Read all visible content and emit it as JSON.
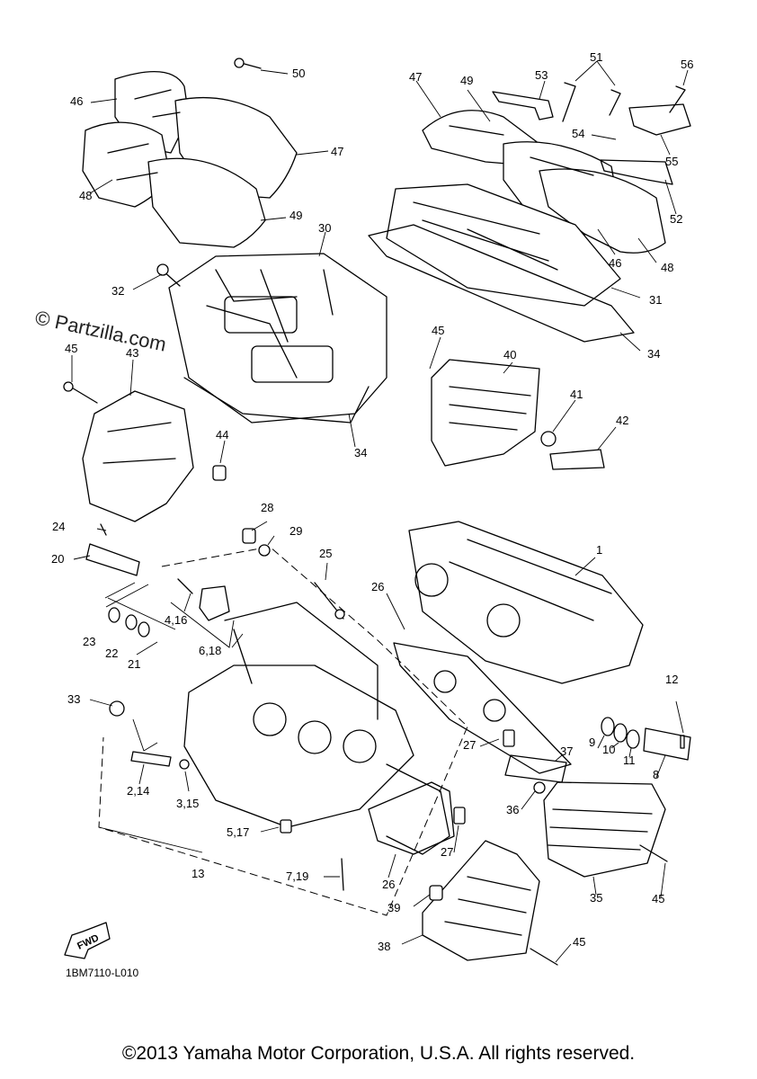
{
  "watermark": "© Partzilla.com",
  "diagram_code": "1BM7110-L010",
  "fwd_label": "FWD",
  "copyright": "©2013 Yamaha Motor Corporation, U.S.A. All rights reserved.",
  "callouts": {
    "c1": "1",
    "c2_14": "2,14",
    "c3_15": "3,15",
    "c4_16": "4,16",
    "c5_17": "5,17",
    "c6_18": "6,18",
    "c7_19": "7,19",
    "c8": "8",
    "c9": "9",
    "c10": "10",
    "c11": "11",
    "c12": "12",
    "c13": "13",
    "c20": "20",
    "c21": "21",
    "c22": "22",
    "c23": "23",
    "c24": "24",
    "c25": "25",
    "c26a": "26",
    "c26b": "26",
    "c27a": "27",
    "c27b": "27",
    "c28": "28",
    "c29": "29",
    "c30": "30",
    "c31": "31",
    "c32": "32",
    "c33": "33",
    "c34a": "34",
    "c34b": "34",
    "c35": "35",
    "c36": "36",
    "c37": "37",
    "c38": "38",
    "c39": "39",
    "c40": "40",
    "c41": "41",
    "c42": "42",
    "c43": "43",
    "c44": "44",
    "c45a": "45",
    "c45b": "45",
    "c45c": "45",
    "c45d": "45",
    "c46a": "46",
    "c46b": "46",
    "c47a": "47",
    "c47b": "47",
    "c48a": "48",
    "c48b": "48",
    "c49a": "49",
    "c49b": "49",
    "c50": "50",
    "c51": "51",
    "c52": "52",
    "c53": "53",
    "c54": "54",
    "c55": "55",
    "c56": "56"
  }
}
